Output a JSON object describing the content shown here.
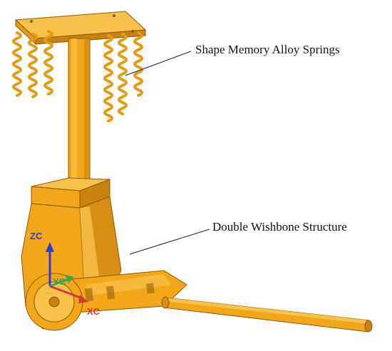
{
  "labels": {
    "springs": "Shape Memory Alloy Springs",
    "wishbone": "Double Wishbone Structure"
  },
  "axes": {
    "z": "ZC",
    "y": "YC",
    "x": "XC"
  },
  "colors": {
    "body": "#f2a61a",
    "body_light": "#f8c24a",
    "body_dark": "#c9820e",
    "edge": "#8a5a0a",
    "axis_z": "#2a3fd1",
    "axis_y": "#3aa84a",
    "axis_x": "#d23a3a",
    "leader": "#222222"
  }
}
